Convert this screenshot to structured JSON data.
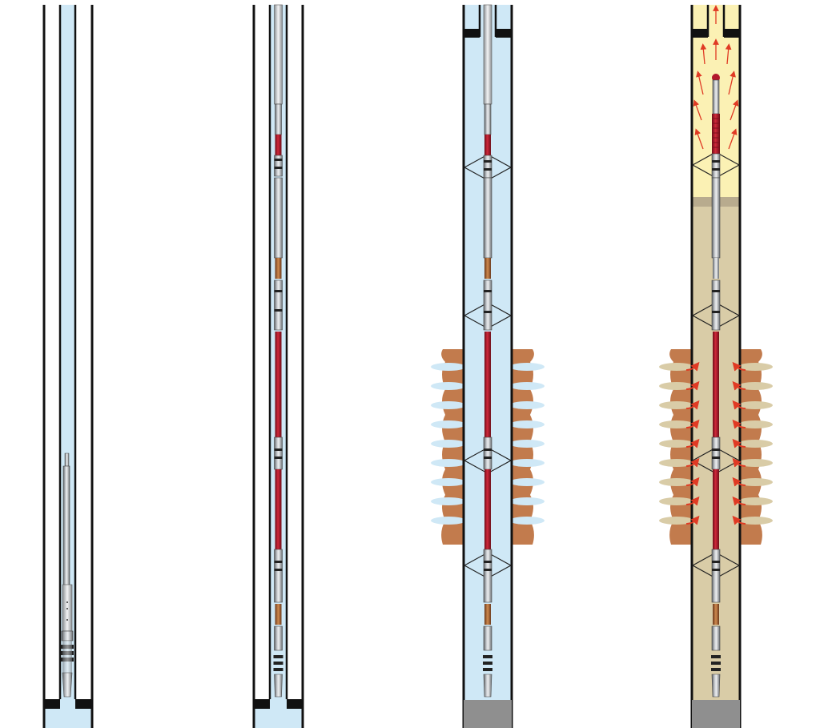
{
  "diagram": {
    "stages": [
      {
        "id": "stage-1",
        "content": "tool-lowered-to-bottom",
        "fluid": "water",
        "features": [
          "bridge-plug"
        ]
      },
      {
        "id": "stage-2",
        "content": "perforating-gun-string-in-tubing",
        "fluid": "water",
        "features": [
          "tubing",
          "gun-string"
        ]
      },
      {
        "id": "stage-3",
        "content": "guns-fired-perforations-created",
        "fluid": "water",
        "features": [
          "tubing-packer",
          "centralizers",
          "perforation-tunnels",
          "bottom-plug"
        ]
      },
      {
        "id": "stage-4",
        "content": "well-flowing",
        "fluid": "oil-and-gas",
        "features": [
          "flow-arrows",
          "perforation-tunnels",
          "bottom-plug"
        ]
      }
    ],
    "colors": {
      "water": "#cfe8f6",
      "gas": "#fbf1b4",
      "oil": "#d9cca7",
      "formation": "#c27b4d",
      "formation_dark": "#a95f33",
      "casing": "#111111",
      "tool_metal": "#9ea3a8",
      "charge": "#b3182b",
      "plug": "#8f8f8f",
      "flow_arrow": "#e03a24"
    }
  }
}
